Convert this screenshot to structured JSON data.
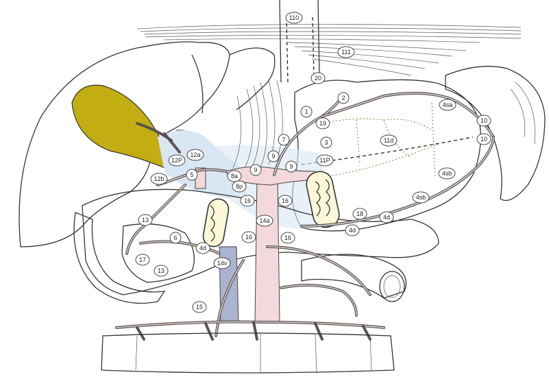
{
  "labels": [
    {
      "id": "l-110",
      "text": "110"
    },
    {
      "id": "l-111",
      "text": "111"
    },
    {
      "id": "l-20",
      "text": "20"
    },
    {
      "id": "l-2",
      "text": "2"
    },
    {
      "id": "l-4sa",
      "text": "4sa"
    },
    {
      "id": "l-10a",
      "text": "10"
    },
    {
      "id": "l-10b",
      "text": "10"
    },
    {
      "id": "l-1",
      "text": "1"
    },
    {
      "id": "l-19",
      "text": "19"
    },
    {
      "id": "l-7",
      "text": "7"
    },
    {
      "id": "l-3",
      "text": "3"
    },
    {
      "id": "l-11d",
      "text": "11d"
    },
    {
      "id": "l-11p",
      "text": "11P"
    },
    {
      "id": "l-12p",
      "text": "12P"
    },
    {
      "id": "l-12a",
      "text": "12a"
    },
    {
      "id": "l-12b",
      "text": "12b"
    },
    {
      "id": "l-5",
      "text": "5"
    },
    {
      "id": "l-8a",
      "text": "8a"
    },
    {
      "id": "l-8p",
      "text": "8p"
    },
    {
      "id": "l-9a",
      "text": "9"
    },
    {
      "id": "l-9b",
      "text": "9"
    },
    {
      "id": "l-9c",
      "text": "9"
    },
    {
      "id": "l-4sb",
      "text": "4sb"
    },
    {
      "id": "l-4sb2",
      "text": "4sb"
    },
    {
      "id": "l-16a",
      "text": "16"
    },
    {
      "id": "l-16b",
      "text": "16"
    },
    {
      "id": "l-16c",
      "text": "16"
    },
    {
      "id": "l-16d",
      "text": "16"
    },
    {
      "id": "l-14a",
      "text": "14a"
    },
    {
      "id": "l-18",
      "text": "18"
    },
    {
      "id": "l-4d",
      "text": "4d"
    },
    {
      "id": "l-6",
      "text": "6"
    },
    {
      "id": "l-4d2",
      "text": "4d"
    },
    {
      "id": "l-4d3",
      "text": "4d"
    },
    {
      "id": "l-13a",
      "text": "13"
    },
    {
      "id": "l-13b",
      "text": "13"
    },
    {
      "id": "l-17",
      "text": "17"
    },
    {
      "id": "l-14v",
      "text": "14v"
    },
    {
      "id": "l-15",
      "text": "15"
    }
  ],
  "colors": {
    "organ_fill": "#fbf7d8",
    "gallbladder": "#c2ad12",
    "vein_blue": "#aab4cf",
    "artery_pink": "#f3d9db",
    "portal_light": "#d9e6f3",
    "colon_fill": "#f4ecc8"
  }
}
